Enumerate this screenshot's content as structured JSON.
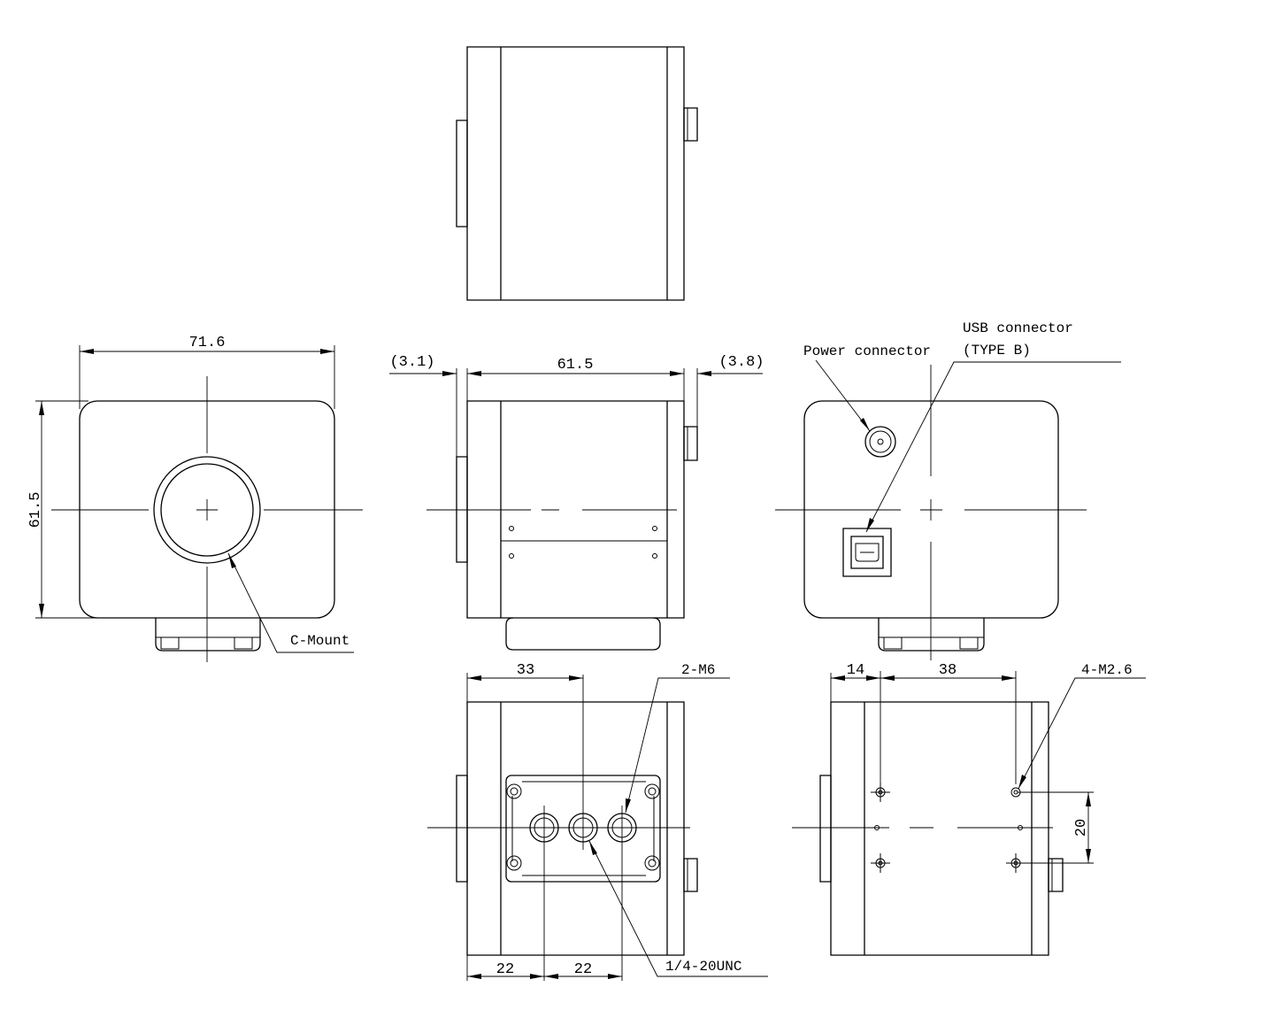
{
  "dimensions": {
    "front_width": "71.6",
    "front_height": "61.5",
    "side_length": "61.5",
    "side_front_protrusion": "(3.1)",
    "side_rear_protrusion": "(3.8)",
    "bottom_offset_33": "33",
    "bottom_pitch_left": "22",
    "bottom_pitch_right": "22",
    "top_offset_14": "14",
    "top_pitch_38": "38",
    "top_pitch_20": "20"
  },
  "labels": {
    "c_mount": "C-Mount",
    "power_connector": "Power connector",
    "usb_connector_line1": "USB connector",
    "usb_connector_line2": "(TYPE B)",
    "tripod_m6": "2-M6",
    "tripod_unc": "1/4-20UNC",
    "screw_m26": "4-M2.6"
  }
}
